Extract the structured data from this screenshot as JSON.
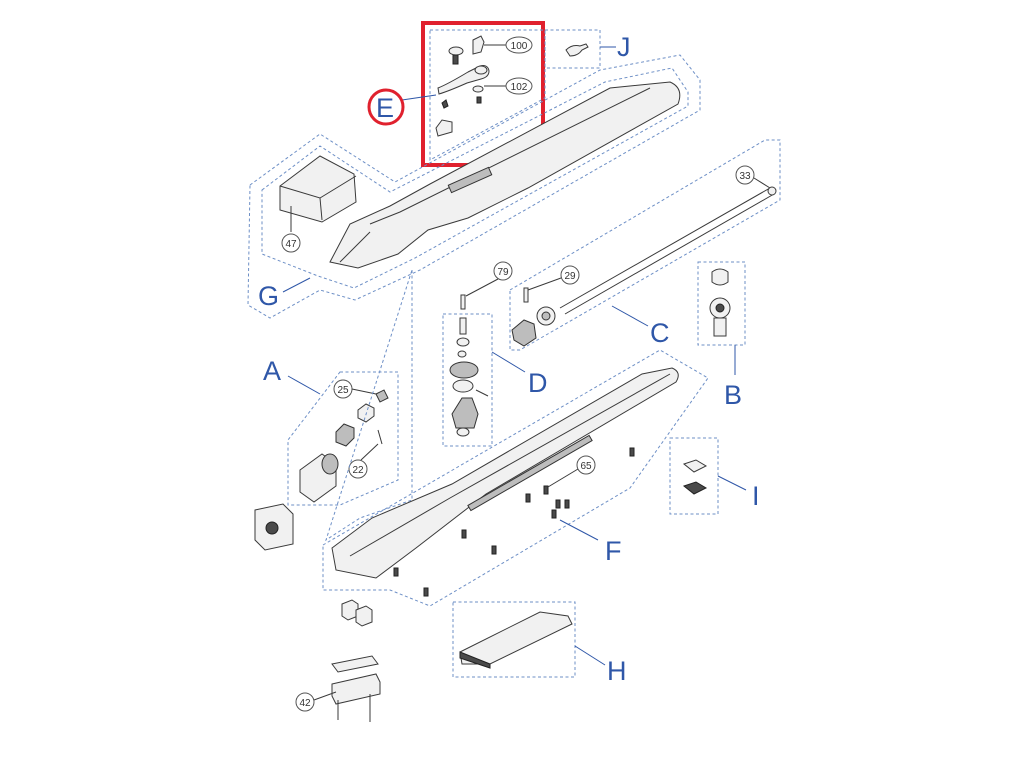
{
  "groups": {
    "A": "A",
    "B": "B",
    "C": "C",
    "D": "D",
    "E": "E",
    "F": "F",
    "G": "G",
    "H": "H",
    "I": "I",
    "J": "J"
  },
  "callouts": {
    "c100": "100",
    "c102": "102",
    "c47": "47",
    "c33": "33",
    "c79": "79",
    "c29": "29",
    "c25": "25",
    "c22": "22",
    "c65": "65",
    "c42": "42"
  },
  "highlight": {
    "box_color": "#e0212e",
    "circle_color": "#e0212e",
    "label_color": "#2f57a8"
  }
}
